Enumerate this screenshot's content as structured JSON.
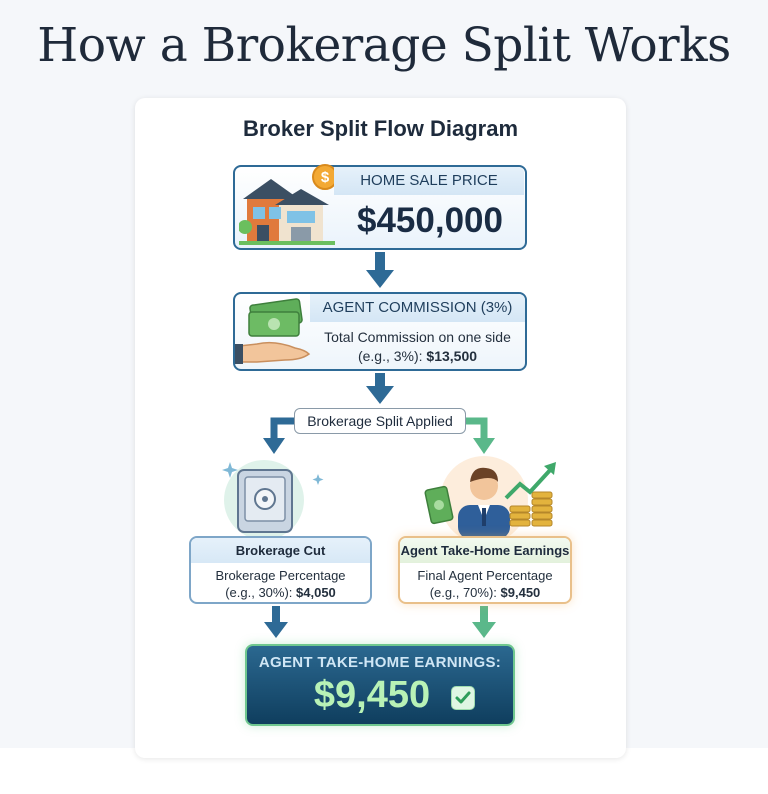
{
  "page_title": "How a Brokerage Split Works",
  "diagram_title": "Broker Split Flow Diagram",
  "home_sale": {
    "label": "HOME SALE PRICE",
    "value": "$450,000"
  },
  "commission": {
    "label": "AGENT COMMISSION (3%)",
    "line1": "Total Commission on one side",
    "line2_prefix": "(e.g., 3%): ",
    "line2_value": "$13,500"
  },
  "split_label": "Brokerage Split Applied",
  "brokerage_cut": {
    "title": "Brokerage Cut",
    "line1": "Brokerage Percentage",
    "line2_prefix": "(e.g., 30%): ",
    "line2_value": "$4,050"
  },
  "agent_earnings": {
    "title": "Agent Take-Home Earnings",
    "line1": "Final Agent Percentage",
    "line2_prefix": "(e.g., 70%): ",
    "line2_value": "$9,450"
  },
  "final": {
    "label": "AGENT TAKE-HOME EARNINGS:",
    "value": "$9,450"
  },
  "icons": [
    "house-icon",
    "dollar-coin-icon",
    "money-stack-icon",
    "hand-icon",
    "safe-icon",
    "agent-icon",
    "cash-icon",
    "coins-icon",
    "growth-arrow-icon",
    "check-icon",
    "sparkle-icon"
  ],
  "colors": {
    "blue_border": "#2e6a96",
    "arrow_blue": "#2e6a96",
    "arrow_green": "#5ab88a",
    "final_bg": "#1b4e72",
    "final_value": "#b8f2b6"
  }
}
